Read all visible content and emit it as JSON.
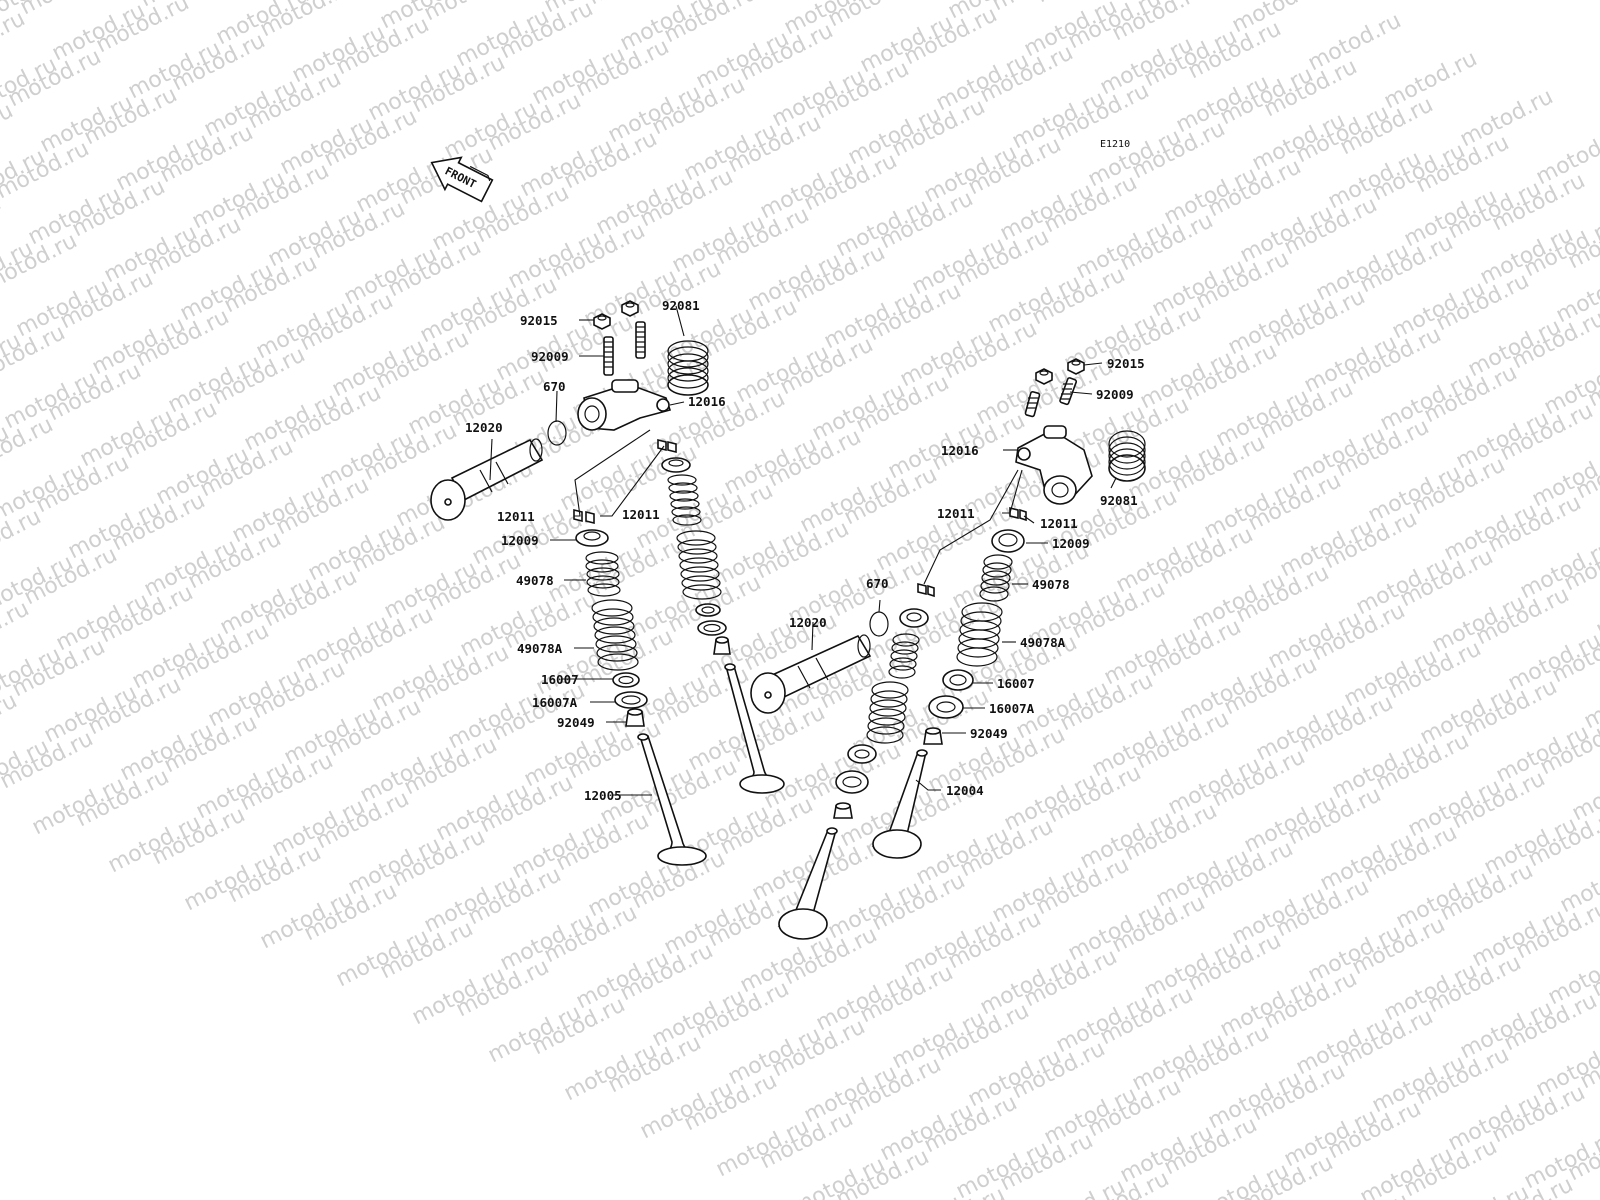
{
  "watermark": {
    "text": "motod.ru"
  },
  "diagram": {
    "code": "E1210",
    "front_label": "FRONT",
    "labels": {
      "left_92015": "92015",
      "left_92009": "92009",
      "left_92081": "92081",
      "left_670": "670",
      "left_12016": "12016",
      "left_12020": "12020",
      "left_12011_a": "12011",
      "left_12011_b": "12011",
      "left_12009": "12009",
      "left_49078": "49078",
      "left_49078A": "49078A",
      "left_16007": "16007",
      "left_16007A": "16007A",
      "left_92049": "92049",
      "left_12005": "12005",
      "right_92015": "92015",
      "right_92009": "92009",
      "right_12016": "12016",
      "right_92081": "92081",
      "right_12011_a": "12011",
      "right_12011_b": "12011",
      "right_12009": "12009",
      "right_670": "670",
      "right_49078": "49078",
      "right_12020": "12020",
      "right_49078A": "49078A",
      "right_16007": "16007",
      "right_16007A": "16007A",
      "right_92049": "92049",
      "right_12004": "12004"
    }
  }
}
